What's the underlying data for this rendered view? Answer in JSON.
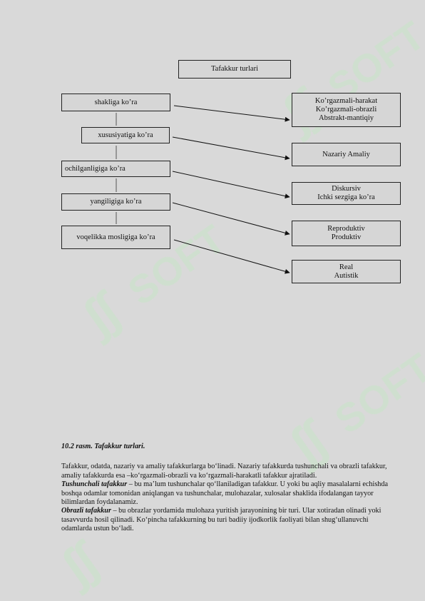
{
  "diagram": {
    "root": "Tafakkur turlari",
    "categories": [
      "shakliga ko’ra",
      "xususiyatiga ko’ra",
      "ochilganligiga ko’ra",
      "yangiligiga ko’ra",
      "voqelikka mosligiga ko’ra"
    ],
    "types": [
      [
        "Ko’rgazmali-harakat",
        "Ko’rgazmali-obrazli",
        "Abstrakt-mantiqiy"
      ],
      [
        "Nazariy  Amaliy"
      ],
      [
        "Diskursiv",
        "Ichki sezgiga ko’ra"
      ],
      [
        "Reproduktiv",
        "Produktiv"
      ],
      [
        "Real",
        "Autistik"
      ]
    ]
  },
  "text": {
    "caption": "10.2 rasm. Tafakkur turlari.",
    "p1": "Tafakkur, odatda, nazariy va amaliy tafakkurlarga bo‘linadi. Nazariy tafakkurda tushunchali va obrazli tafakkur, amaliy tafakkurda esa –ko‘rgazmali-obrazli va ko‘rgazmali-harakatli tafakkur ajratiladi.",
    "p2_term": "Tushunchali tafakkur",
    "p2_rest": " – bu ma’lum tushunchalar qo‘llaniladigan tafakkur. U yoki bu aqliy masalalarni echishda boshqa odamlar tomonidan aniqlangan va tushunchalar, mulohazalar, xulosalar shaklida ifodalangan tayyor bilimlardan foydalanamiz.",
    "p3_term": "Obrazli tafakkur",
    "p3_rest": " – bu obrazlar yordamida mulohaza yuritish jarayonining bir turi. Ular xotiradan olinadi yoki tasavvurda hosil qilinadi. Ko‘pincha tafakkurning bu turi badiiy ijodkorlik faoliyati bilan shug‘ullanuvchi odamlarda ustun bo‘ladi."
  },
  "colors": {
    "background": "#d9d9d9",
    "watermark": "#c8dcc8"
  }
}
